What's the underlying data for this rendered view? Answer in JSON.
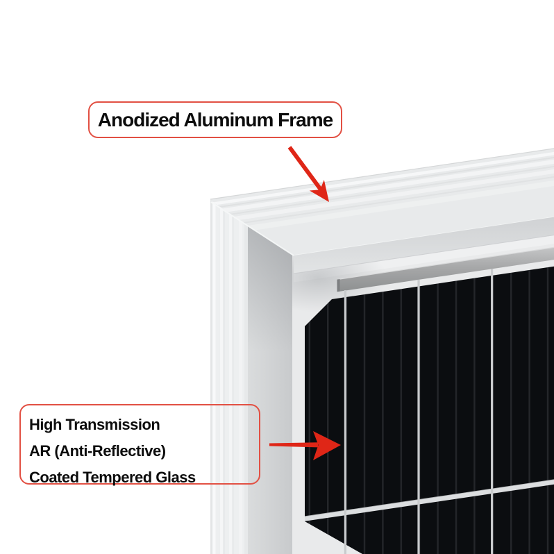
{
  "annotations": {
    "frame_label": {
      "text": "Anodized Aluminum Frame"
    },
    "glass_label": {
      "lines": [
        "High Transmission",
        "AR (Anti-Reflective)",
        "Coated Tempered Glass"
      ]
    }
  },
  "colors": {
    "accent_red": "#df2617",
    "label_border": "#e25043",
    "cell_black": "#0b0d10",
    "cell_line": "#24262a",
    "wire": "#c9cbcd",
    "glass": "#e9eaeb",
    "row_gap": "#dcdee0",
    "text": "#0c0c0c",
    "bg": "#ffffff"
  }
}
